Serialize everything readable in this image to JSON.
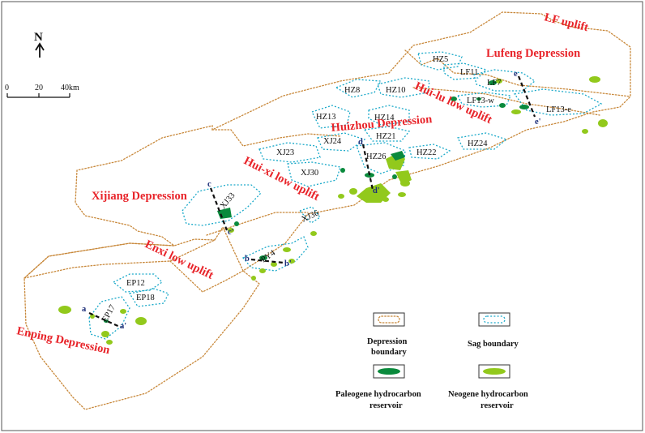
{
  "north": {
    "label": "N"
  },
  "scale": {
    "ticks": [
      "0",
      "20",
      "40km"
    ]
  },
  "regions": {
    "lf_uplift": "LF uplift",
    "lufeng_depression": "Lufeng Depression",
    "huilu_low_uplift": "Hui-lu low uplift",
    "huizhou_depression": "Huizhou Depression",
    "huixi_low_uplift": "Hui-xi low uplift",
    "xijiang_depression": "Xijiang Depression",
    "enxi_low_uplift": "Enxi low uplift",
    "enping_depression": "Enping Depression"
  },
  "sags": {
    "hz5": "HZ5",
    "lf11": "LF11",
    "lf7": "LF7",
    "lf13w": "LF13-w",
    "lf13e": "LF13-e",
    "hz8": "HZ8",
    "hz10": "HZ10",
    "hz13": "HZ13",
    "hz14": "HZ14",
    "hz21": "HZ21",
    "hz24": "HZ24",
    "hz22": "HZ22",
    "hz26": "HZ26",
    "xj24": "XJ24",
    "xj23": "XJ23",
    "xj30": "XJ30",
    "xj33": "XJ33",
    "xj36": "XJ36",
    "py4": "PY4",
    "ep12": "EP12",
    "ep18": "EP18",
    "ep17": "EP17"
  },
  "sections": {
    "a": "a",
    "a_end": "a'",
    "b": "b",
    "b_end": "b'",
    "c": "c",
    "c_end": "c'",
    "d": "d",
    "d_end": "d'",
    "e": "e",
    "e_end": "e'"
  },
  "legend": {
    "depression": [
      "Depression",
      "boundary"
    ],
    "sag": "Sag boundary",
    "paleogene": [
      "Paleogene hydrocarbon",
      "reservoir"
    ],
    "neogene": [
      "Neogene hydrocarbon",
      "reservoir"
    ]
  },
  "colors": {
    "region_label": "#e8242a",
    "depression_boundary": "#c8883a",
    "sag_boundary": "#1aa9c9",
    "paleogene_reservoir": "#0a8a3c",
    "neogene_reservoir": "#92c91c",
    "section_end_label": "#1c2d78"
  }
}
